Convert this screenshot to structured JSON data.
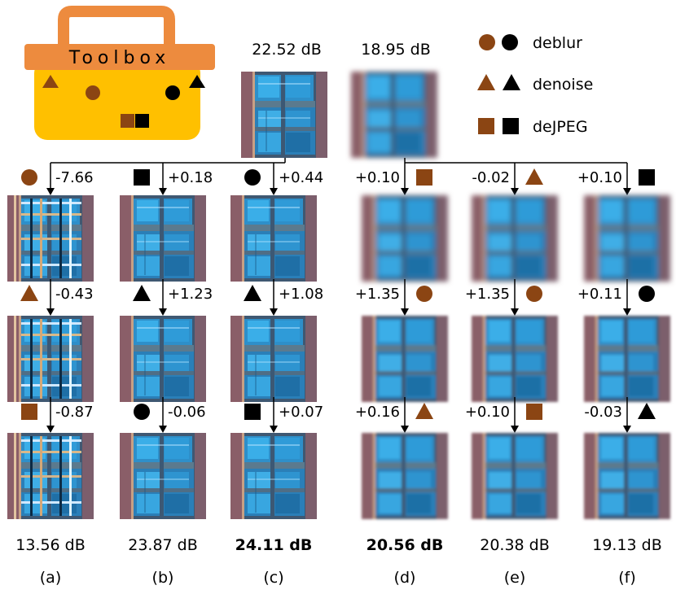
{
  "toolbox_label": "Toolbox",
  "legend": [
    {
      "label": "deblur",
      "shape": "circle"
    },
    {
      "label": "denoise",
      "shape": "triangle"
    },
    {
      "label": "deJPEG",
      "shape": "square"
    }
  ],
  "colors": {
    "brown": "#8b4513",
    "black": "#000000",
    "toolbox_body": "#ffc000",
    "toolbox_lid": "#ed8b3e"
  },
  "inputs": [
    {
      "psnr": "22.52 dB",
      "blur": false
    },
    {
      "psnr": "18.95 dB",
      "blur": true
    }
  ],
  "columns": [
    {
      "caption": "(a)",
      "final_psnr": "13.56 dB",
      "bold": false,
      "blur": false,
      "artifact": "heavy",
      "steps": [
        {
          "tool": "circle",
          "color": "brown",
          "delta": "-7.66"
        },
        {
          "tool": "triangle",
          "color": "brown",
          "delta": "-0.43"
        },
        {
          "tool": "square",
          "color": "brown",
          "delta": "-0.87"
        }
      ]
    },
    {
      "caption": "(b)",
      "final_psnr": "23.87 dB",
      "bold": false,
      "blur": false,
      "artifact": "light",
      "steps": [
        {
          "tool": "square",
          "color": "black",
          "delta": "+0.18"
        },
        {
          "tool": "triangle",
          "color": "black",
          "delta": "+1.23"
        },
        {
          "tool": "circle",
          "color": "black",
          "delta": "-0.06"
        }
      ]
    },
    {
      "caption": "(c)",
      "final_psnr": "24.11 dB",
      "bold": true,
      "blur": false,
      "artifact": "light",
      "steps": [
        {
          "tool": "circle",
          "color": "black",
          "delta": "+0.44"
        },
        {
          "tool": "triangle",
          "color": "black",
          "delta": "+1.08"
        },
        {
          "tool": "square",
          "color": "black",
          "delta": "+0.07"
        }
      ]
    },
    {
      "caption": "(d)",
      "final_psnr": "20.56 dB",
      "bold": true,
      "blur": true,
      "artifact": "none",
      "steps": [
        {
          "tool": "square",
          "color": "brown",
          "delta": "+0.10"
        },
        {
          "tool": "circle",
          "color": "brown",
          "delta": "+1.35"
        },
        {
          "tool": "triangle",
          "color": "brown",
          "delta": "+0.16"
        }
      ]
    },
    {
      "caption": "(e)",
      "final_psnr": "20.38 dB",
      "bold": false,
      "blur": true,
      "artifact": "none",
      "steps": [
        {
          "tool": "triangle",
          "color": "brown",
          "delta": "-0.02"
        },
        {
          "tool": "circle",
          "color": "brown",
          "delta": "+1.35"
        },
        {
          "tool": "square",
          "color": "brown",
          "delta": "+0.10"
        }
      ]
    },
    {
      "caption": "(f)",
      "final_psnr": "19.13 dB",
      "bold": false,
      "blur": true,
      "artifact": "none",
      "steps": [
        {
          "tool": "square",
          "color": "black",
          "delta": "+0.10"
        },
        {
          "tool": "circle",
          "color": "black",
          "delta": "+0.11"
        },
        {
          "tool": "triangle",
          "color": "black",
          "delta": "-0.03"
        }
      ]
    }
  ]
}
